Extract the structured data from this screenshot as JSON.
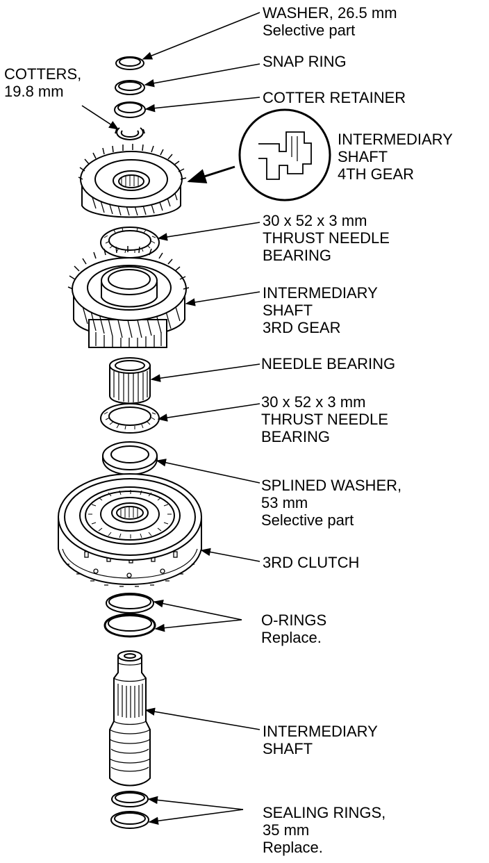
{
  "labels": {
    "washer": [
      "WASHER, 26.5 mm",
      "Selective part"
    ],
    "cotters": [
      "COTTERS,",
      "19.8 mm"
    ],
    "snap_ring": [
      "SNAP RING"
    ],
    "cotter_retainer": [
      "COTTER RETAINER"
    ],
    "fourth_gear": [
      "INTERMEDIARY",
      "SHAFT",
      "4TH GEAR"
    ],
    "thrust_bearing_upper": [
      "30 x 52 x 3 mm",
      "THRUST NEEDLE",
      "BEARING"
    ],
    "third_gear": [
      "INTERMEDIARY",
      "SHAFT",
      "3RD GEAR"
    ],
    "needle_bearing": [
      "NEEDLE BEARING"
    ],
    "thrust_bearing_lower": [
      "30 x 52 x 3 mm",
      "THRUST NEEDLE",
      "BEARING"
    ],
    "splined_washer": [
      "SPLINED WASHER,",
      "53 mm",
      "Selective part"
    ],
    "third_clutch": [
      "3RD CLUTCH"
    ],
    "o_rings": [
      "O-RINGS",
      "Replace."
    ],
    "intermediary_shaft": [
      "INTERMEDIARY",
      "SHAFT"
    ],
    "sealing_rings": [
      "SEALING RINGS,",
      "35 mm",
      "Replace."
    ]
  }
}
